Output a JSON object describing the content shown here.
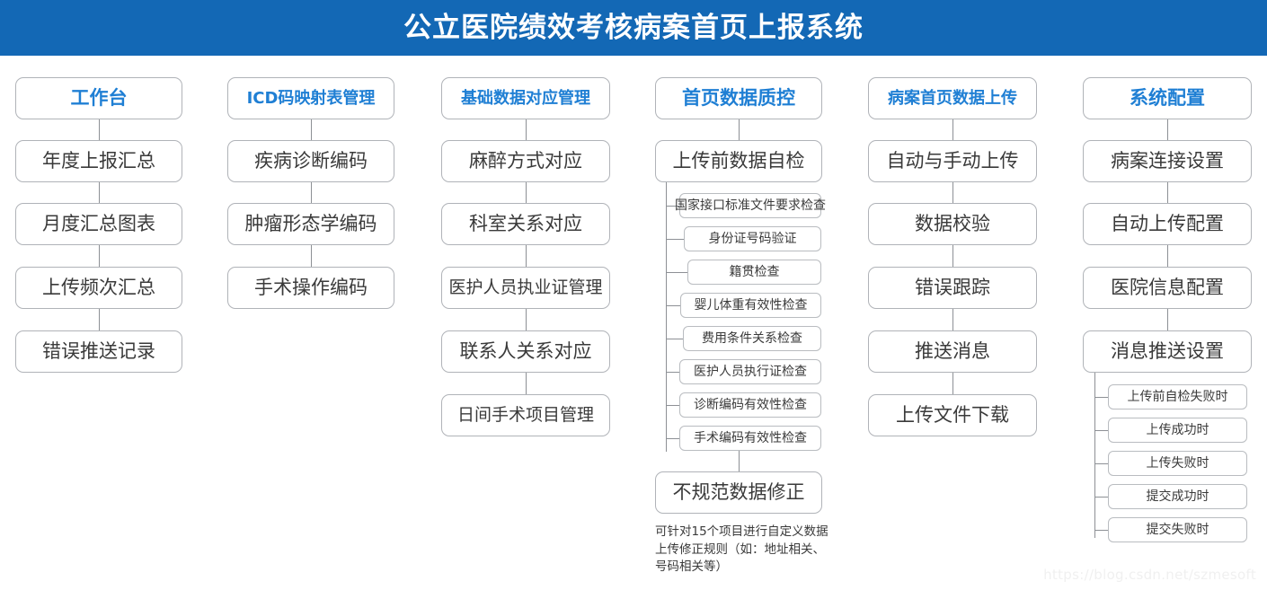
{
  "header": {
    "title": "公立医院绩效考核病案首页上报系统",
    "background_color": "#1368b5",
    "text_color": "#ffffff"
  },
  "theme": {
    "root_text_color": "#1f7fd4",
    "node_text_color": "#3a3a3a",
    "node_border_color": "#b0b3b8",
    "connector_color": "#8d9095",
    "node_fill": "#ffffff"
  },
  "columns": [
    {
      "id": "workbench",
      "root": "工作台",
      "items": [
        "年度上报汇总",
        "月度汇总图表",
        "上传频次汇总",
        "错误推送记录"
      ],
      "sub_items": []
    },
    {
      "id": "icd-mapping",
      "root": "ICD码映射表管理",
      "items": [
        "疾病诊断编码",
        "肿瘤形态学编码",
        "手术操作编码"
      ],
      "sub_items": []
    },
    {
      "id": "basic-data-mapping",
      "root": "基础数据对应管理",
      "items": [
        "麻醉方式对应",
        "科室关系对应",
        "医护人员执业证管理",
        "联系人关系对应",
        "日间手术项目管理"
      ],
      "sub_items": []
    },
    {
      "id": "homepage-quality-control",
      "root": "首页数据质控",
      "items": [
        "上传前数据自检",
        "不规范数据修正"
      ],
      "sub_items": [
        "国家接口标准文件要求检查",
        "身份证号码验证",
        "籍贯检查",
        "婴儿体重有效性检查",
        "费用条件关系检查",
        "医护人员执行证检查",
        "诊断编码有效性检查",
        "手术编码有效性检查"
      ],
      "footnote": "可针对15个项目进行自定义数据上传修正规则（如：地址相关、号码相关等）"
    },
    {
      "id": "record-homepage-upload",
      "root": "病案首页数据上传",
      "items": [
        "自动与手动上传",
        "数据校验",
        "错误跟踪",
        "推送消息",
        "上传文件下载"
      ],
      "sub_items": []
    },
    {
      "id": "system-config",
      "root": "系统配置",
      "items": [
        "病案连接设置",
        "自动上传配置",
        "医院信息配置",
        "消息推送设置"
      ],
      "sub_items": [
        "上传前自检失败时",
        "上传成功时",
        "上传失败时",
        "提交成功时",
        "提交失败时"
      ]
    }
  ],
  "watermark": "https://blog.csdn.net/szmesoft"
}
